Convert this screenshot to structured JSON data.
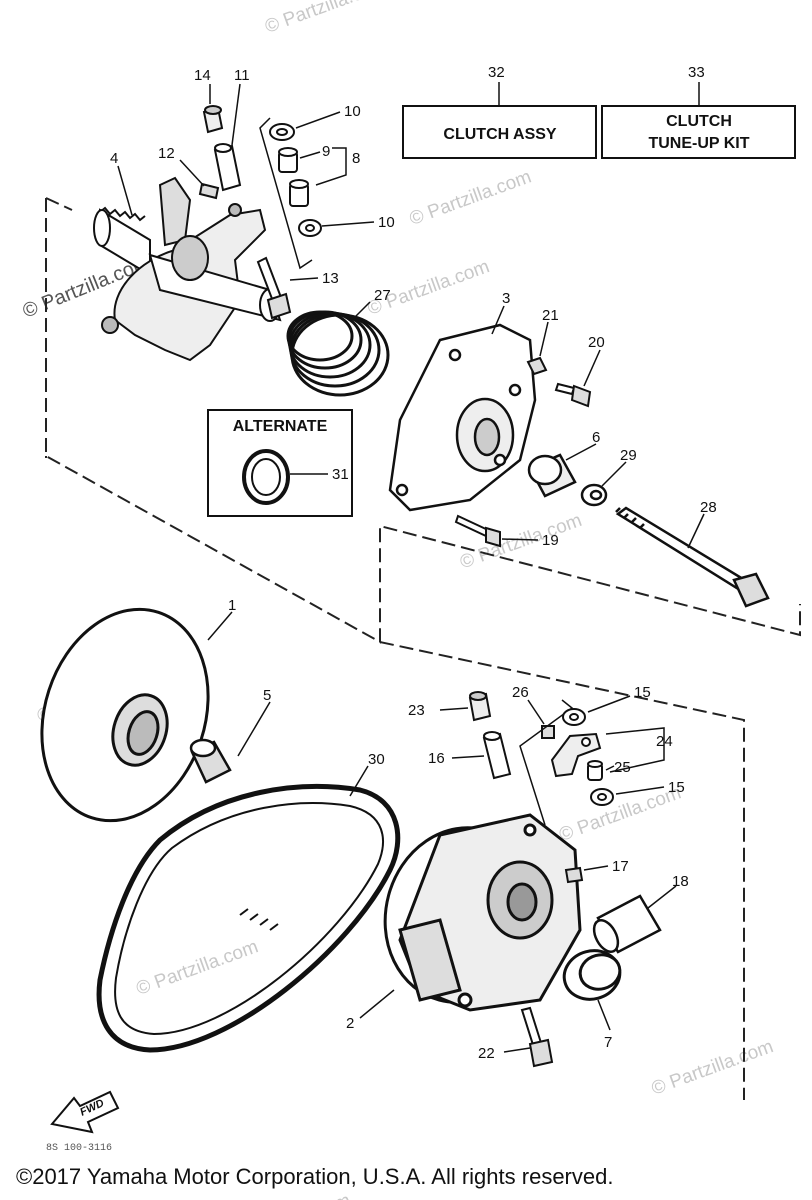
{
  "watermark": "© Partzilla.com",
  "boxes": {
    "clutch_assy": {
      "ref": "32",
      "label": "CLUTCH ASSY"
    },
    "tune_up_kit": {
      "ref": "33",
      "line1": "CLUTCH",
      "line2": "TUNE-UP KIT"
    },
    "alternate": {
      "label": "ALTERNATE",
      "ref": "31"
    }
  },
  "part_numbers": [
    "1",
    "2",
    "3",
    "4",
    "5",
    "6",
    "7",
    "8",
    "9",
    "10",
    "11",
    "12",
    "13",
    "14",
    "15",
    "16",
    "17",
    "18",
    "19",
    "20",
    "21",
    "22",
    "23",
    "24",
    "25",
    "26",
    "27",
    "28",
    "29",
    "30",
    "31",
    "32",
    "33"
  ],
  "fwd_label": "FWD",
  "diagram_code": "8S 100-3116",
  "copyright": "©2017 Yamaha Motor Corporation, U.S.A. All rights reserved."
}
